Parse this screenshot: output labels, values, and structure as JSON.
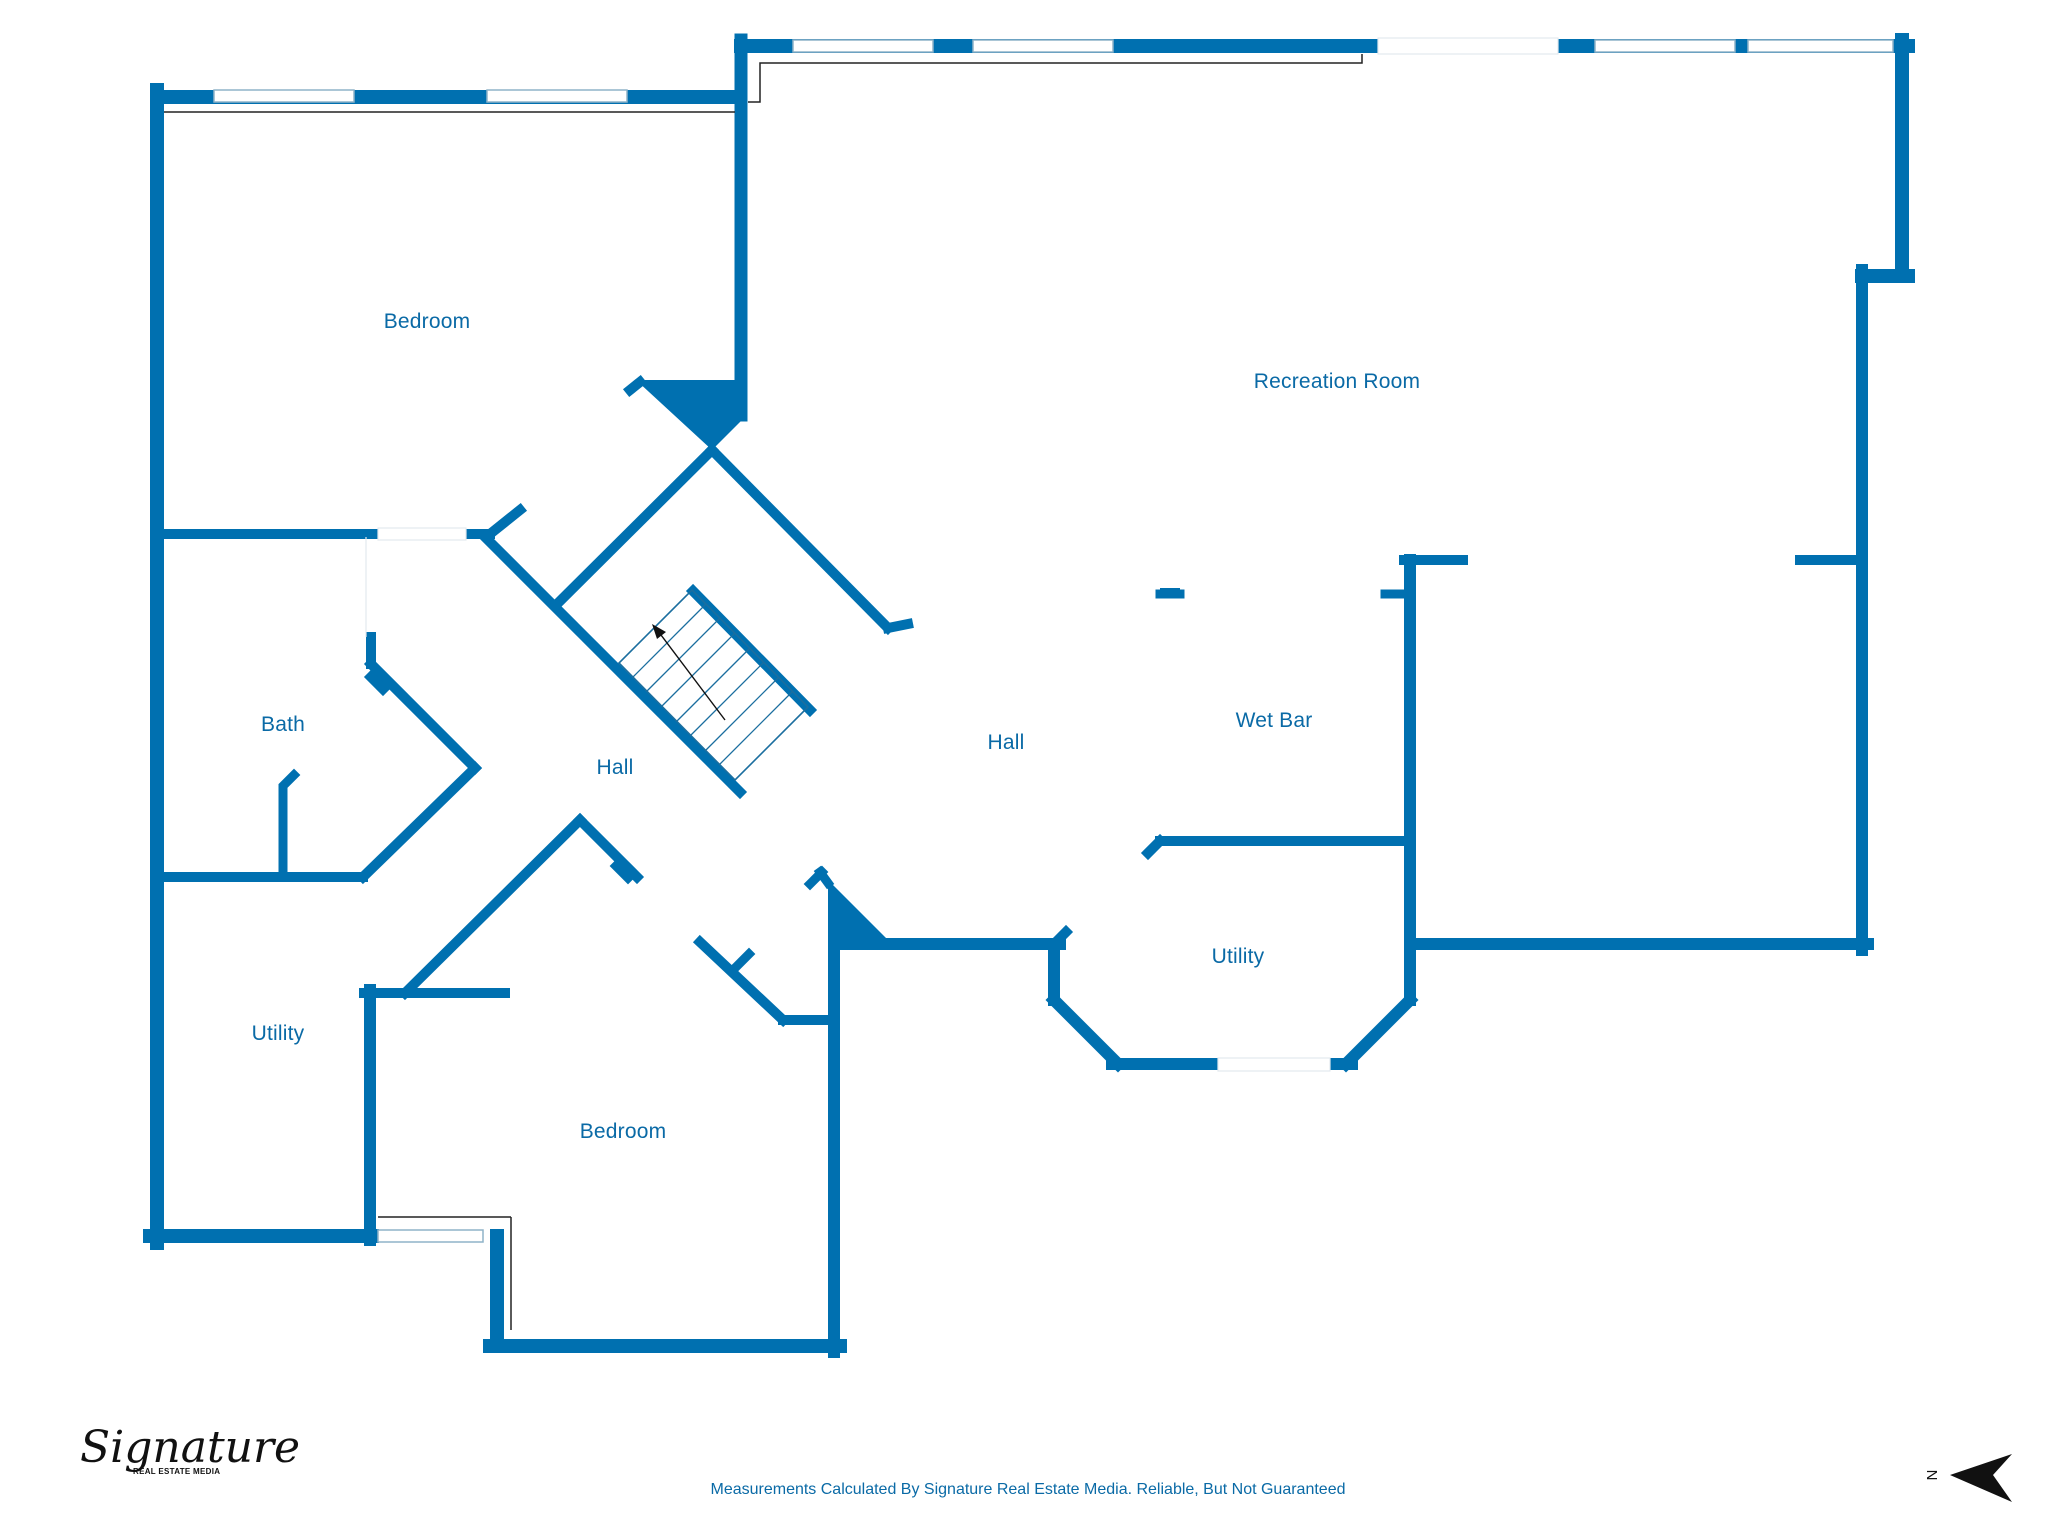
{
  "colors": {
    "wall": "#0070b0",
    "label": "#0a6aa6",
    "window_line": "#8fb3c8",
    "stairs_line": "#1b6e9f",
    "background": "#ffffff",
    "logo": "#111111",
    "compass": "#111111"
  },
  "rooms": {
    "bedroom_upper": "Bedroom",
    "recreation_room": "Recreation Room",
    "bath": "Bath",
    "hall_left": "Hall",
    "hall_center": "Hall",
    "wet_bar": "Wet Bar",
    "utility_right": "Utility",
    "utility_left": "Utility",
    "bedroom_lower": "Bedroom"
  },
  "logo": {
    "script": "Signature",
    "subtitle": "REAL ESTATE MEDIA"
  },
  "footer": {
    "disclaimer": "Measurements Calculated By Signature Real Estate Media. Reliable, But Not Guaranteed"
  },
  "compass": {
    "letter": "N",
    "icon": "north-arrow-icon"
  }
}
